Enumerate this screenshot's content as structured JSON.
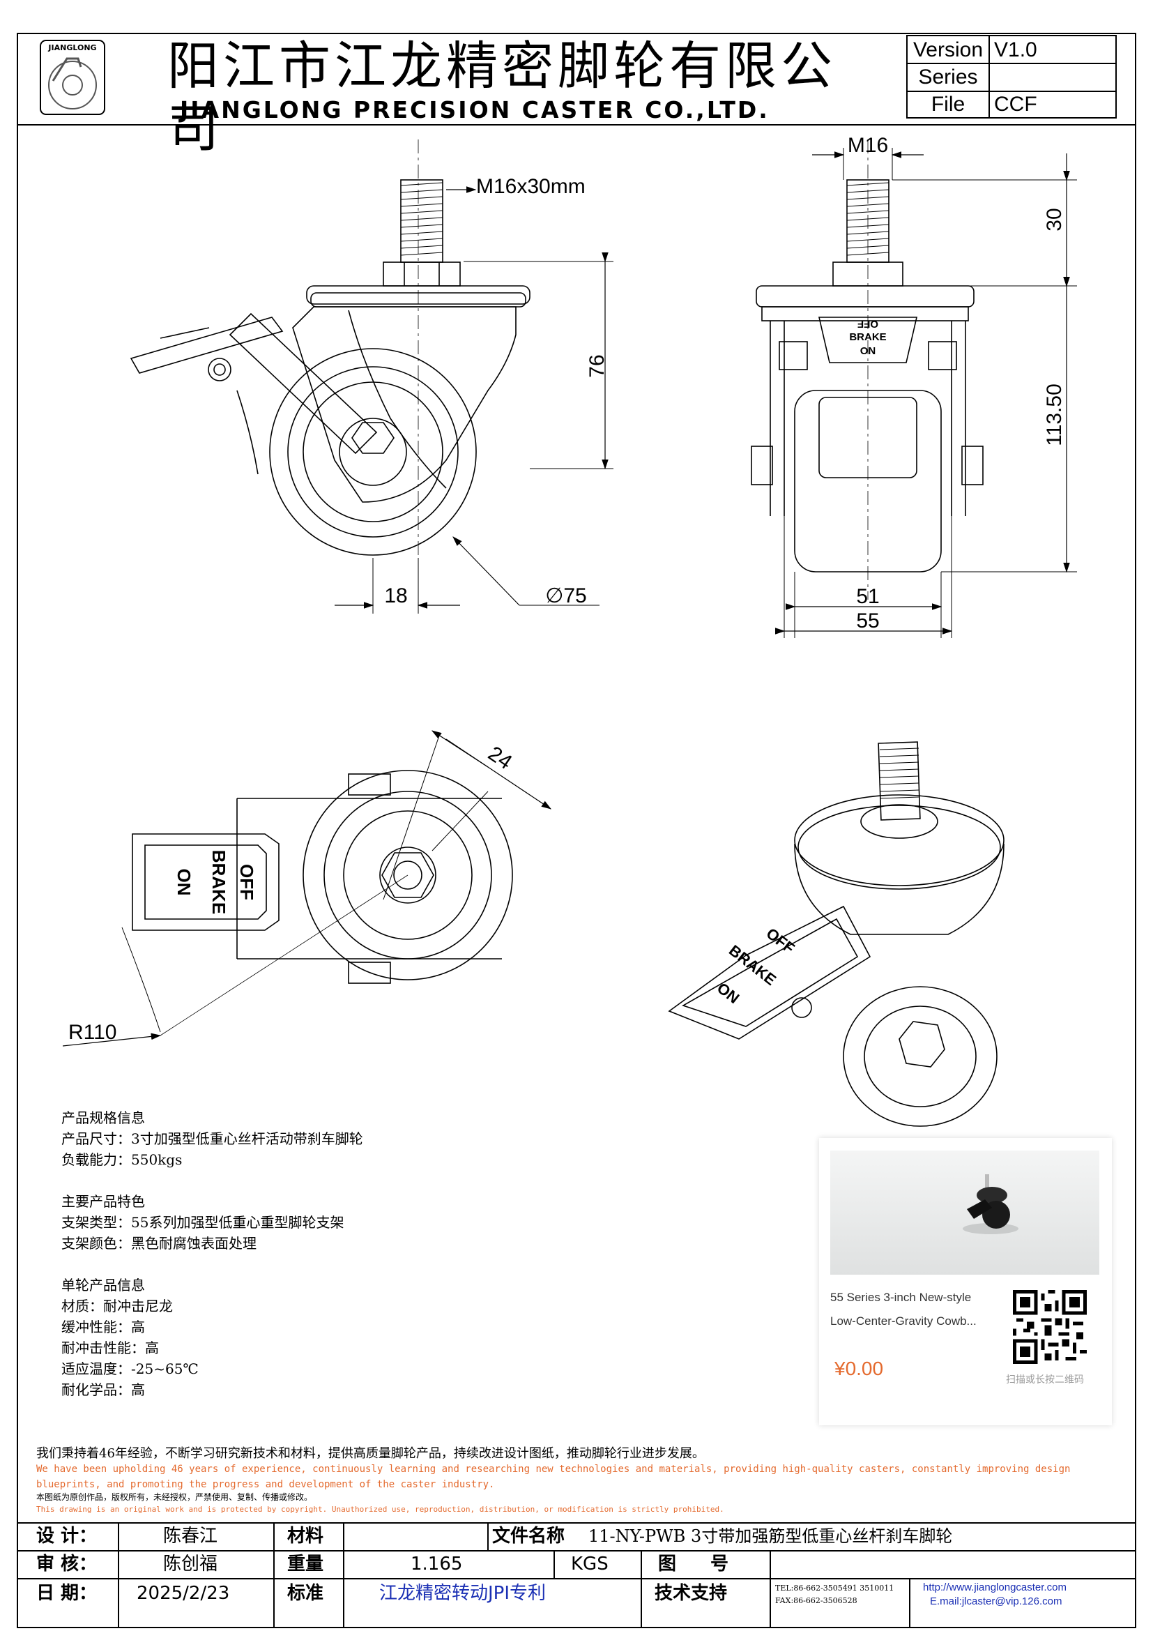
{
  "header": {
    "logo_text": "JIANGLONG",
    "company_cn": "阳江市江龙精密脚轮有限公司",
    "company_en": "JIANGLONG PRECISION CASTER CO.,LTD.",
    "version_label": "Version",
    "version_value": "V1.0",
    "series_label": "Series",
    "series_value": "",
    "file_label": "File",
    "file_value": "CCF"
  },
  "drawing": {
    "dim_thread": "M16x30mm",
    "dim_76": "76",
    "dim_18": "18",
    "dim_diameter": "∅75",
    "dim_m16": "M16",
    "dim_30": "30",
    "dim_113": "113.50",
    "dim_51": "51",
    "dim_55": "55",
    "dim_24": "24",
    "dim_r110": "R110",
    "brake_off": "OFF",
    "brake_brake": "BRAKE",
    "brake_on": "ON"
  },
  "specs": {
    "section1_title": "产品规格信息",
    "size": "产品尺寸：3寸加强型低重心丝杆活动带刹车脚轮",
    "load": "负载能力：550kgs",
    "section2_title": "主要产品特色",
    "bracket_type": "支架类型：55系列加强型低重心重型脚轮支架",
    "bracket_color": "支架颜色：黑色耐腐蚀表面处理",
    "section3_title": "单轮产品信息",
    "material": "材质：耐冲击尼龙",
    "cushion": "缓冲性能：高",
    "impact": "耐冲击性能：高",
    "temperature": "适应温度：-25~65℃",
    "chemical": "耐化学品：高"
  },
  "card": {
    "product_name_line1": "55 Series 3-inch New-style",
    "product_name_line2": "Low-Center-Gravity Cowb...",
    "price": "¥0.00",
    "qr_hint": "扫描或长按二维码"
  },
  "footer_text": {
    "slogan_cn": "我们秉持着46年经验，不断学习研究新技术和材料，提供高质量脚轮产品，持续改进设计图纸，推动脚轮行业进步发展。",
    "slogan_en": "We have been upholding 46 years of experience, continuously learning and researching new technologies and materials, providing high-quality casters, constantly improving design blueprints, and promoting the progress and development of the caster industry.",
    "copyright_cn": "本图纸为原创作品，版权所有，未经授权，严禁使用、复制、传播或修改。",
    "copyright_en": "This drawing is an original work and is protected by copyright. Unauthorized use, reproduction, distribution, or modification is strictly prohibited."
  },
  "title_block": {
    "design_label": "设 计：",
    "design_value": "陈春江",
    "material_label": "材料",
    "material_value": "",
    "filename_label": "文件名称",
    "filename_value": "11-NY-PWB 3寸带加强筋型低重心丝杆刹车脚轮",
    "review_label": "审 核：",
    "review_value": "陈创福",
    "weight_label": "重量",
    "weight_value": "1.165",
    "weight_unit": "KGS",
    "drawing_no_label": "图 号",
    "drawing_no_value": "",
    "date_label": "日 期：",
    "date_value": "2025/2/23",
    "standard_label": "标准",
    "standard_value": "江龙精密转动JPI专利",
    "support_label": "技术支持",
    "tel": "TEL:86-662-3505491 3510011",
    "fax": "FAX:86-662-3506528",
    "website": "http://www.jianglongcaster.com",
    "email": "E.mail:jlcaster@vip.126.com"
  }
}
